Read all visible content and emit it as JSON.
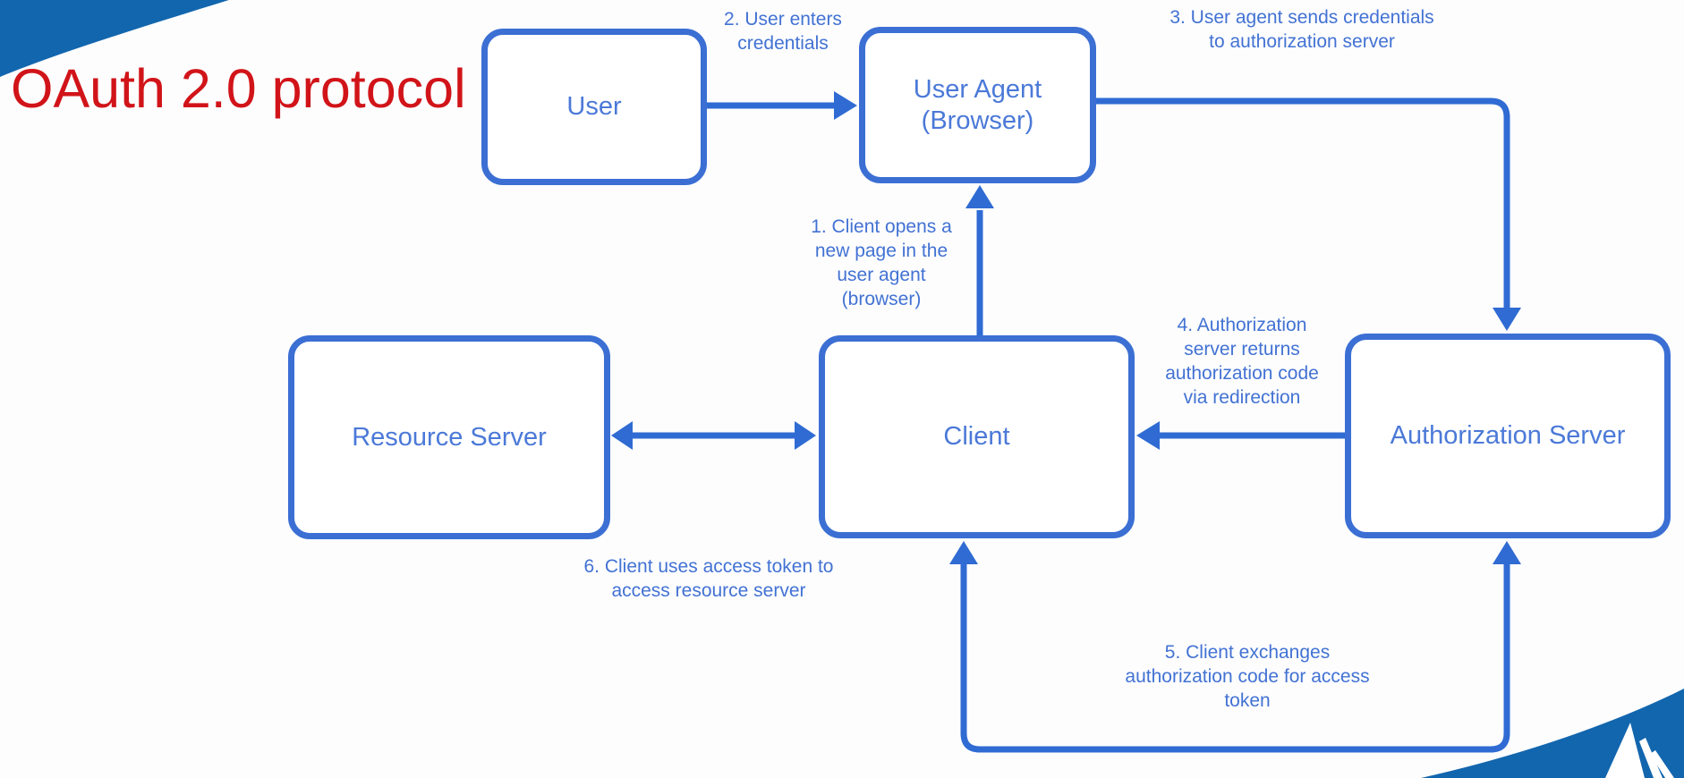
{
  "title": "OAuth 2.0 protocol",
  "colors": {
    "title_red": "#d11419",
    "box_border_blue": "#3b6fd3",
    "label_blue": "#4b79d8",
    "step_text_blue": "#4272d3",
    "corner_swoosh_blue": "#1266ae"
  },
  "diagram": {
    "nodes": {
      "user": {
        "label": "User"
      },
      "user_agent": {
        "label": "User Agent\n(Browser)"
      },
      "resource_server": {
        "label": "Resource Server"
      },
      "client": {
        "label": "Client"
      },
      "authorization_server": {
        "label": "Authorization Server"
      }
    },
    "steps": {
      "s1": {
        "text": "1. Client opens a\nnew page in the\nuser agent\n(browser)"
      },
      "s2": {
        "text": "2. User enters\ncredentials"
      },
      "s3": {
        "text": "3. User agent sends credentials\nto authorization server"
      },
      "s4": {
        "text": "4. Authorization\nserver returns\nauthorization code\nvia redirection"
      },
      "s5": {
        "text": "5. Client exchanges\nauthorization code for access\ntoken"
      },
      "s6": {
        "text": "6. Client uses access token to\naccess resource server"
      }
    }
  }
}
